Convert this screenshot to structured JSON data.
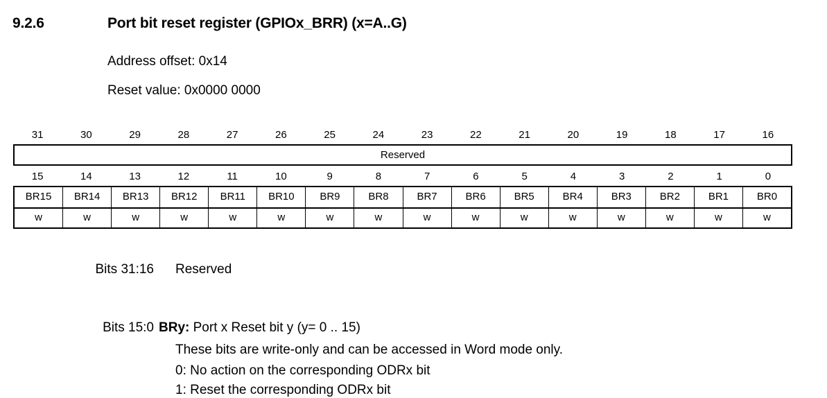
{
  "section": {
    "number": "9.2.6",
    "title": "Port bit reset register (GPIOx_BRR) (x=A..G)"
  },
  "meta": {
    "address_offset": "Address offset: 0x14",
    "reset_value": "Reset value: 0x0000 0000"
  },
  "register_table": {
    "bit_numbers_high": [
      "31",
      "30",
      "29",
      "28",
      "27",
      "26",
      "25",
      "24",
      "23",
      "22",
      "21",
      "20",
      "19",
      "18",
      "17",
      "16"
    ],
    "reserved_label": "Reserved",
    "bit_numbers_low": [
      "15",
      "14",
      "13",
      "12",
      "11",
      "10",
      "9",
      "8",
      "7",
      "6",
      "5",
      "4",
      "3",
      "2",
      "1",
      "0"
    ],
    "field_names": [
      "BR15",
      "BR14",
      "BR13",
      "BR12",
      "BR11",
      "BR10",
      "BR9",
      "BR8",
      "BR7",
      "BR6",
      "BR5",
      "BR4",
      "BR3",
      "BR2",
      "BR1",
      "BR0"
    ],
    "access_types": [
      "w",
      "w",
      "w",
      "w",
      "w",
      "w",
      "w",
      "w",
      "w",
      "w",
      "w",
      "w",
      "w",
      "w",
      "w",
      "w"
    ]
  },
  "descriptions": {
    "reserved": {
      "label": "Bits 31:16",
      "text": "Reserved"
    },
    "bry": {
      "label": "Bits 15:0",
      "name": "BRy:",
      "title": " Port x Reset bit y (y= 0 .. 15)",
      "detail_lines": [
        "These bits are write-only and can be accessed in Word mode only.",
        "0: No action on the corresponding ODRx bit",
        "1: Reset the corresponding ODRx bit"
      ]
    }
  }
}
